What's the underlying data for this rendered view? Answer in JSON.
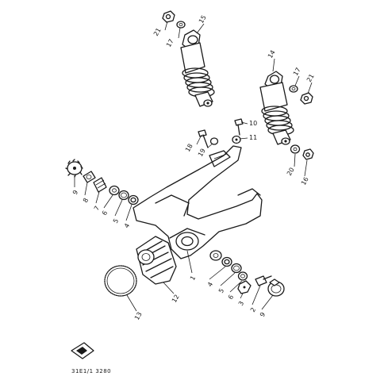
{
  "diagram": {
    "catalog_code": "31E1/1 3280",
    "labels": {
      "l1": "1",
      "l2": "2",
      "l3": "3",
      "l4a": "4",
      "l4b": "4",
      "l5a": "5",
      "l5b": "5",
      "l6a": "6",
      "l6b": "6",
      "l7": "7",
      "l8": "8",
      "l9a": "9",
      "l9b": "9",
      "l10": "10",
      "l11": "11",
      "l12": "12",
      "l13": "13",
      "l14": "14",
      "l15": "15",
      "l16": "16",
      "l17a": "17",
      "l17b": "17",
      "l18": "18",
      "l19": "19",
      "l20": "20",
      "l21a": "21",
      "l21b": "21"
    }
  }
}
